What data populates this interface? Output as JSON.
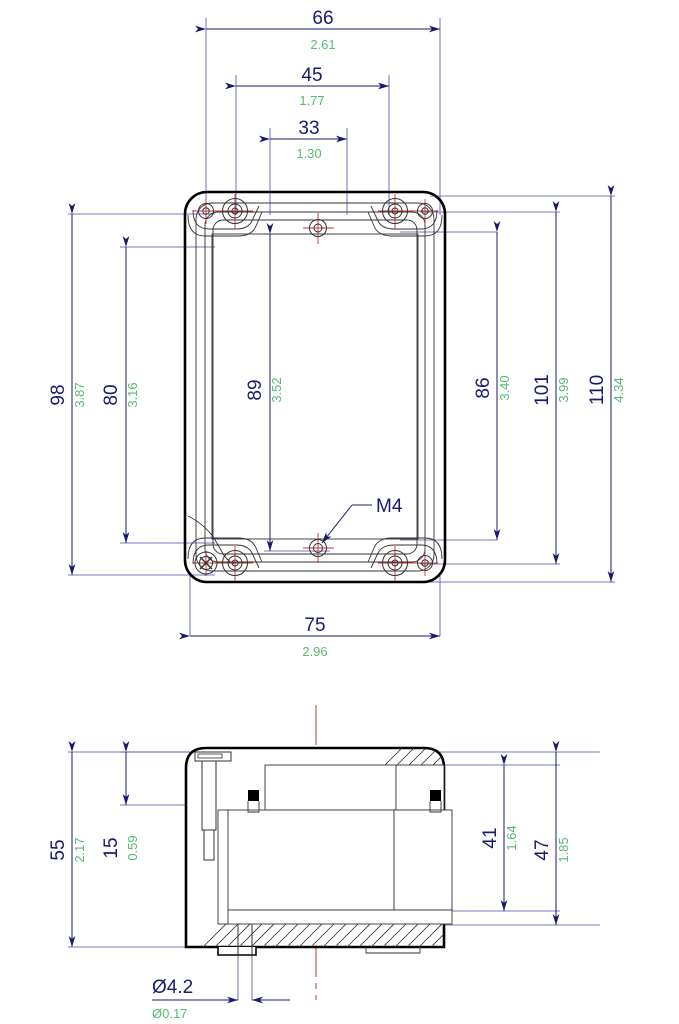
{
  "drawing": {
    "title": "Enclosure Technical Drawing",
    "units_primary": "mm",
    "units_secondary": "inch",
    "colors": {
      "dimension_line": "#191970",
      "dimension_text": "#191970",
      "inch_text": "#55bb6e",
      "outline": "#000000",
      "centerline_red": "#c83232",
      "centerline_blue": "#4a4ab4",
      "thin_line": "#333333",
      "background": "#ffffff"
    }
  },
  "plan_view": {
    "name": "top-plan-view",
    "horizontal_dimensions": [
      {
        "id": "dim-66",
        "mm": "66",
        "inch": "2.61"
      },
      {
        "id": "dim-45",
        "mm": "45",
        "inch": "1.77"
      },
      {
        "id": "dim-33",
        "mm": "33",
        "inch": "1.30"
      },
      {
        "id": "dim-75",
        "mm": "75",
        "inch": "2.96"
      }
    ],
    "vertical_dimensions_left": [
      {
        "id": "dim-98",
        "mm": "98",
        "inch": "3.87"
      },
      {
        "id": "dim-80",
        "mm": "80",
        "inch": "3.16"
      }
    ],
    "vertical_dimensions_center": [
      {
        "id": "dim-89",
        "mm": "89",
        "inch": "3.52"
      }
    ],
    "vertical_dimensions_right": [
      {
        "id": "dim-86",
        "mm": "86",
        "inch": "3.40"
      },
      {
        "id": "dim-101",
        "mm": "101",
        "inch": "3.99"
      },
      {
        "id": "dim-110",
        "mm": "110",
        "inch": "4.34"
      }
    ],
    "annotations": [
      {
        "id": "thread-callout",
        "label": "M4"
      }
    ]
  },
  "section_view": {
    "name": "bottom-section-view",
    "vertical_dimensions_left": [
      {
        "id": "dim-55",
        "mm": "55",
        "inch": "2.17"
      },
      {
        "id": "dim-15",
        "mm": "15",
        "inch": "0.59"
      }
    ],
    "vertical_dimensions_right": [
      {
        "id": "dim-41",
        "mm": "41",
        "inch": "1.64"
      },
      {
        "id": "dim-47",
        "mm": "47",
        "inch": "1.85"
      }
    ],
    "horizontal_dimensions": [
      {
        "id": "dim-dia-4-2",
        "mm": "Ø4.2",
        "inch": "Ø0.17"
      }
    ]
  }
}
